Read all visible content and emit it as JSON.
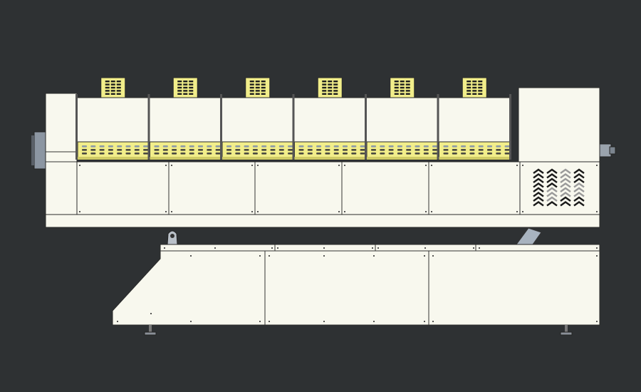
{
  "colors": {
    "background": "#2e3133",
    "body": "#f8f8ee",
    "outline": "#2a2a2a",
    "vent_yellow": "#f2ee8a",
    "metal": "#9aa3ad"
  },
  "machine": {
    "barrel_modules": 6,
    "lower_panels": 3,
    "upper_panels": 5,
    "chevron_columns": 4,
    "chevron_rows": 8
  }
}
